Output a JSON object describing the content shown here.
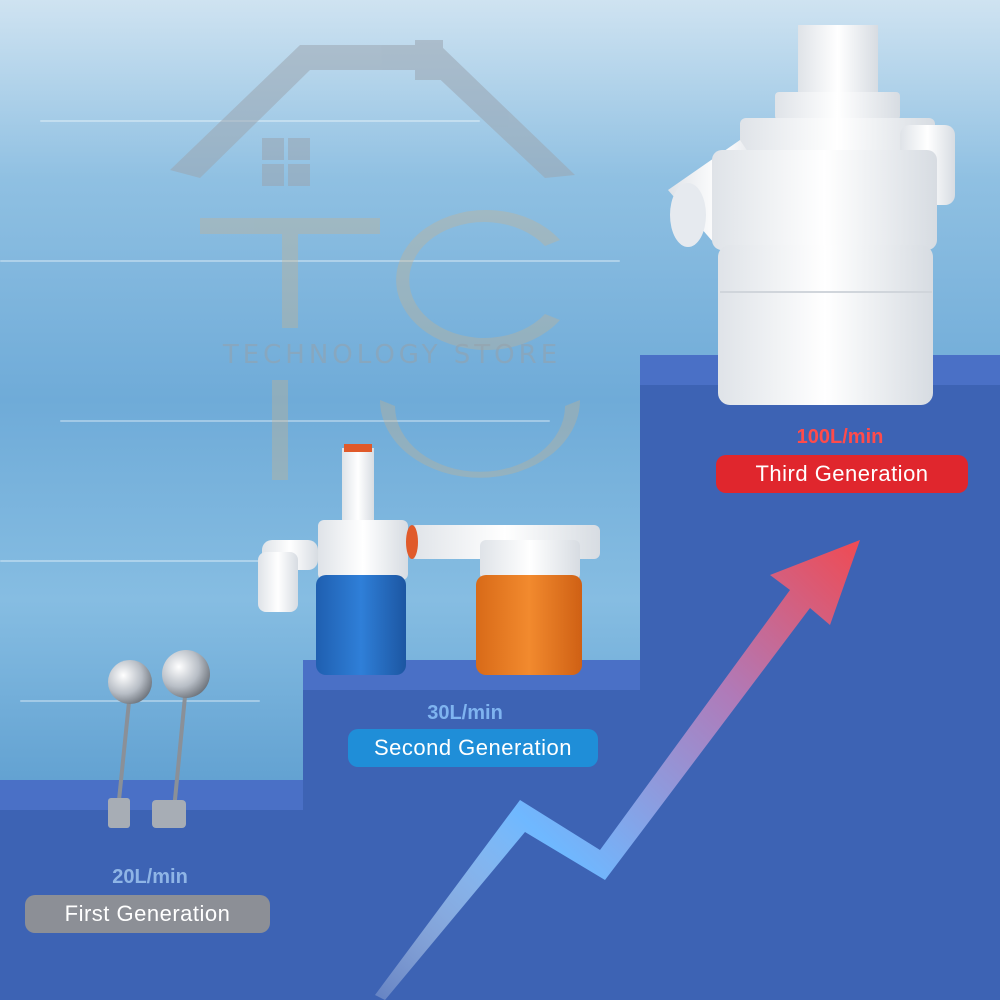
{
  "logo": {
    "name": "TECHNOLOGY STORE",
    "icon": "house-roof-icon"
  },
  "steps": [
    {
      "rate": "20L/min",
      "label": "First Generation",
      "color": "#8c8f96",
      "rate_color": "#8fb5e6"
    },
    {
      "rate": "30L/min",
      "label": "Second Generation",
      "color": "#1f8ed8",
      "rate_color": "#7fb4f0"
    },
    {
      "rate": "100L/min",
      "label": "Third Generation",
      "color": "#e0262d",
      "rate_color": "#ff4b4b"
    }
  ],
  "colors": {
    "step_fill": "#3d63b4",
    "step_top": "#4a70c6",
    "arrow_start": "#6fb8ff",
    "arrow_end": "#f04a52"
  }
}
